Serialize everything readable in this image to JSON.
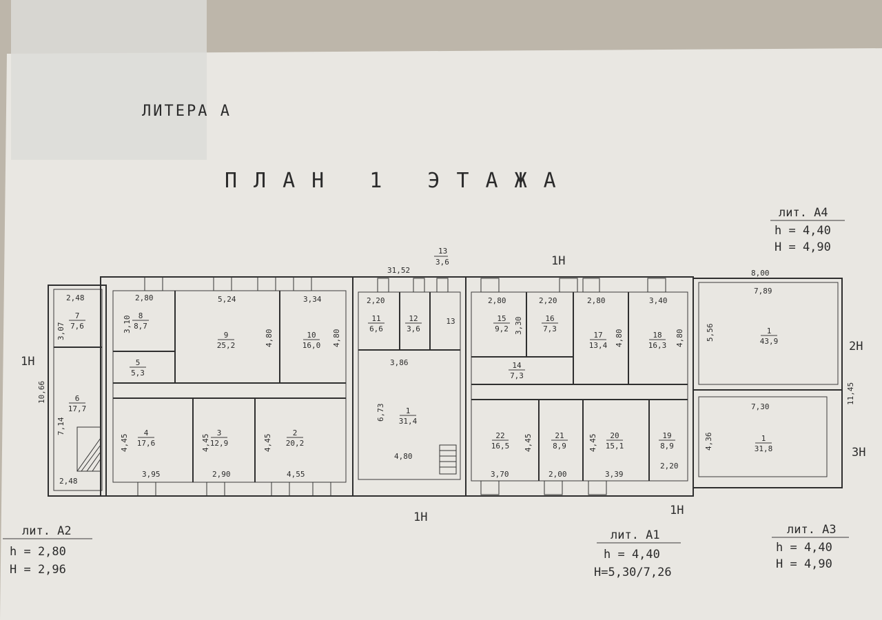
{
  "header": {
    "litera": "ЛИТЕРА А",
    "plan_title": "ПЛАН 1 ЭТАЖА"
  },
  "legends": {
    "a4": {
      "name": "лит. А4",
      "h": "h = 4,40",
      "H": "H = 4,90"
    },
    "a2": {
      "name": "лит. А2",
      "h": "h = 2,80",
      "H": "H = 2,96"
    },
    "a1": {
      "name": "лит. А1",
      "h": "h = 4,40",
      "H": "H=5,30/7,26"
    },
    "a3": {
      "name": "лит. А3",
      "h": "h = 4,40",
      "H": "H = 4,90"
    }
  },
  "entrances": {
    "left": "1Н",
    "top": "1Н",
    "bottom_mid": "1Н",
    "bottom_right": "1Н",
    "right_top": "2Н",
    "right_bottom": "3Н"
  },
  "rooms": [
    {
      "id": "room-7",
      "num": "7",
      "area": "7,6"
    },
    {
      "id": "room-6",
      "num": "6",
      "area": "17,7"
    },
    {
      "id": "room-8",
      "num": "8",
      "area": "8,7"
    },
    {
      "id": "room-5",
      "num": "5",
      "area": "5,3"
    },
    {
      "id": "room-9",
      "num": "9",
      "area": "25,2"
    },
    {
      "id": "room-10",
      "num": "10",
      "area": "16,0"
    },
    {
      "id": "room-4",
      "num": "4",
      "area": "17,6"
    },
    {
      "id": "room-3",
      "num": "3",
      "area": "12,9"
    },
    {
      "id": "room-2",
      "num": "2",
      "area": "20,2"
    },
    {
      "id": "room-11",
      "num": "11",
      "area": "6,6"
    },
    {
      "id": "room-12",
      "num": "12",
      "area": "3,6"
    },
    {
      "id": "room-13",
      "num": "13",
      "area": ""
    },
    {
      "id": "room-1a",
      "num": "1",
      "area": "31,4"
    },
    {
      "id": "room-15",
      "num": "15",
      "area": "9,2"
    },
    {
      "id": "room-16",
      "num": "16",
      "area": "7,3"
    },
    {
      "id": "room-17",
      "num": "17",
      "area": "13,4"
    },
    {
      "id": "room-18",
      "num": "18",
      "area": "16,3"
    },
    {
      "id": "room-14",
      "num": "14",
      "area": "7,3"
    },
    {
      "id": "room-22",
      "num": "22",
      "area": "16,5"
    },
    {
      "id": "room-21",
      "num": "21",
      "area": "8,9"
    },
    {
      "id": "room-20",
      "num": "20",
      "area": "15,1"
    },
    {
      "id": "room-19",
      "num": "19",
      "area": "8,9"
    },
    {
      "id": "room-1b",
      "num": "1",
      "area": "43,9"
    },
    {
      "id": "room-1c",
      "num": "1",
      "area": "31,8"
    }
  ],
  "top_label": {
    "num": "13",
    "area": "3,6",
    "length": "31,52"
  },
  "dimensions": {
    "d248a": "2,48",
    "d307": "3,07",
    "d280a": "2,80",
    "d310": "3,10",
    "d524": "5,24",
    "d334": "3,34",
    "d480a": "4,80",
    "d480b": "4,80",
    "d1066": "10,66",
    "d714": "7,14",
    "d445a": "4,45",
    "d445b": "4,45",
    "d445c": "4,45",
    "d395": "3,95",
    "d290": "2,90",
    "d455": "4,55",
    "d248b": "2,48",
    "d220a": "2,20",
    "d386": "3,86",
    "d673": "6,73",
    "d480c": "4,80",
    "d280b": "2,80",
    "d220b": "2,20",
    "d330": "3,30",
    "d280c": "2,80",
    "d340": "3,40",
    "d480d": "4,80",
    "d480e": "4,80",
    "d445d": "4,45",
    "d445e": "4,45",
    "d370": "3,70",
    "d200": "2,00",
    "d339": "3,39",
    "d220c": "2,20",
    "d800": "8,00",
    "d789": "7,89",
    "d556": "5,56",
    "d1145": "11,45",
    "d730": "7,30",
    "d436": "4,36"
  }
}
